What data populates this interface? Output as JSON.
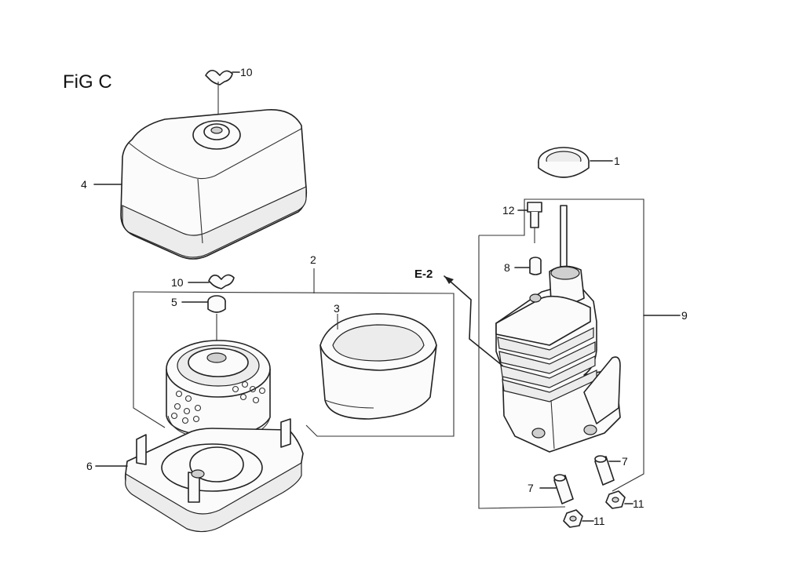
{
  "figure_title": "FiG C",
  "reference": "E-2",
  "callouts": {
    "p1": "1",
    "p2": "2",
    "p3": "3",
    "p4": "4",
    "p5": "5",
    "p6": "6",
    "p7a": "7",
    "p7b": "7",
    "p8": "8",
    "p9": "9",
    "p10a": "10",
    "p10b": "10",
    "p11a": "11",
    "p11b": "11",
    "p12": "12"
  }
}
